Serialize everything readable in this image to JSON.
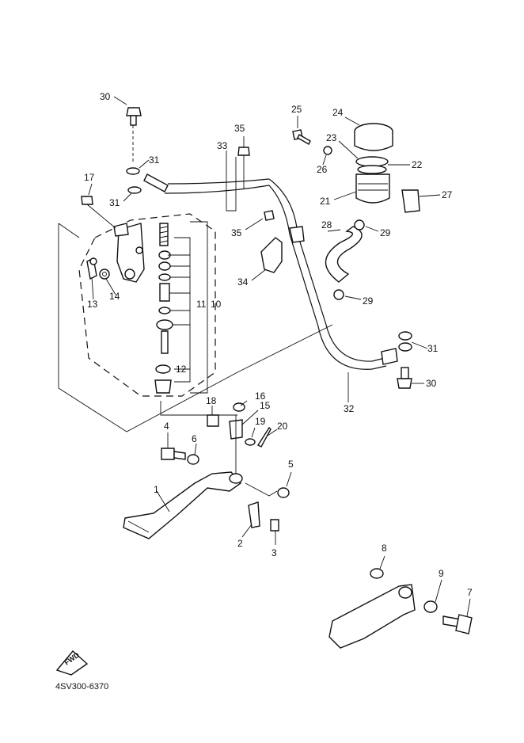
{
  "diagram_code": "4SV300-6370",
  "fwd_label": "FWD",
  "callouts": [
    "30",
    "31",
    "31",
    "17",
    "33",
    "35",
    "35",
    "34",
    "25",
    "24",
    "23",
    "22",
    "26",
    "21",
    "27",
    "28",
    "29",
    "29",
    "11",
    "10",
    "12",
    "13",
    "14",
    "31",
    "30",
    "32",
    "16",
    "15",
    "18",
    "19",
    "20",
    "4",
    "6",
    "5",
    "1",
    "2",
    "3",
    "8",
    "9",
    "7"
  ]
}
